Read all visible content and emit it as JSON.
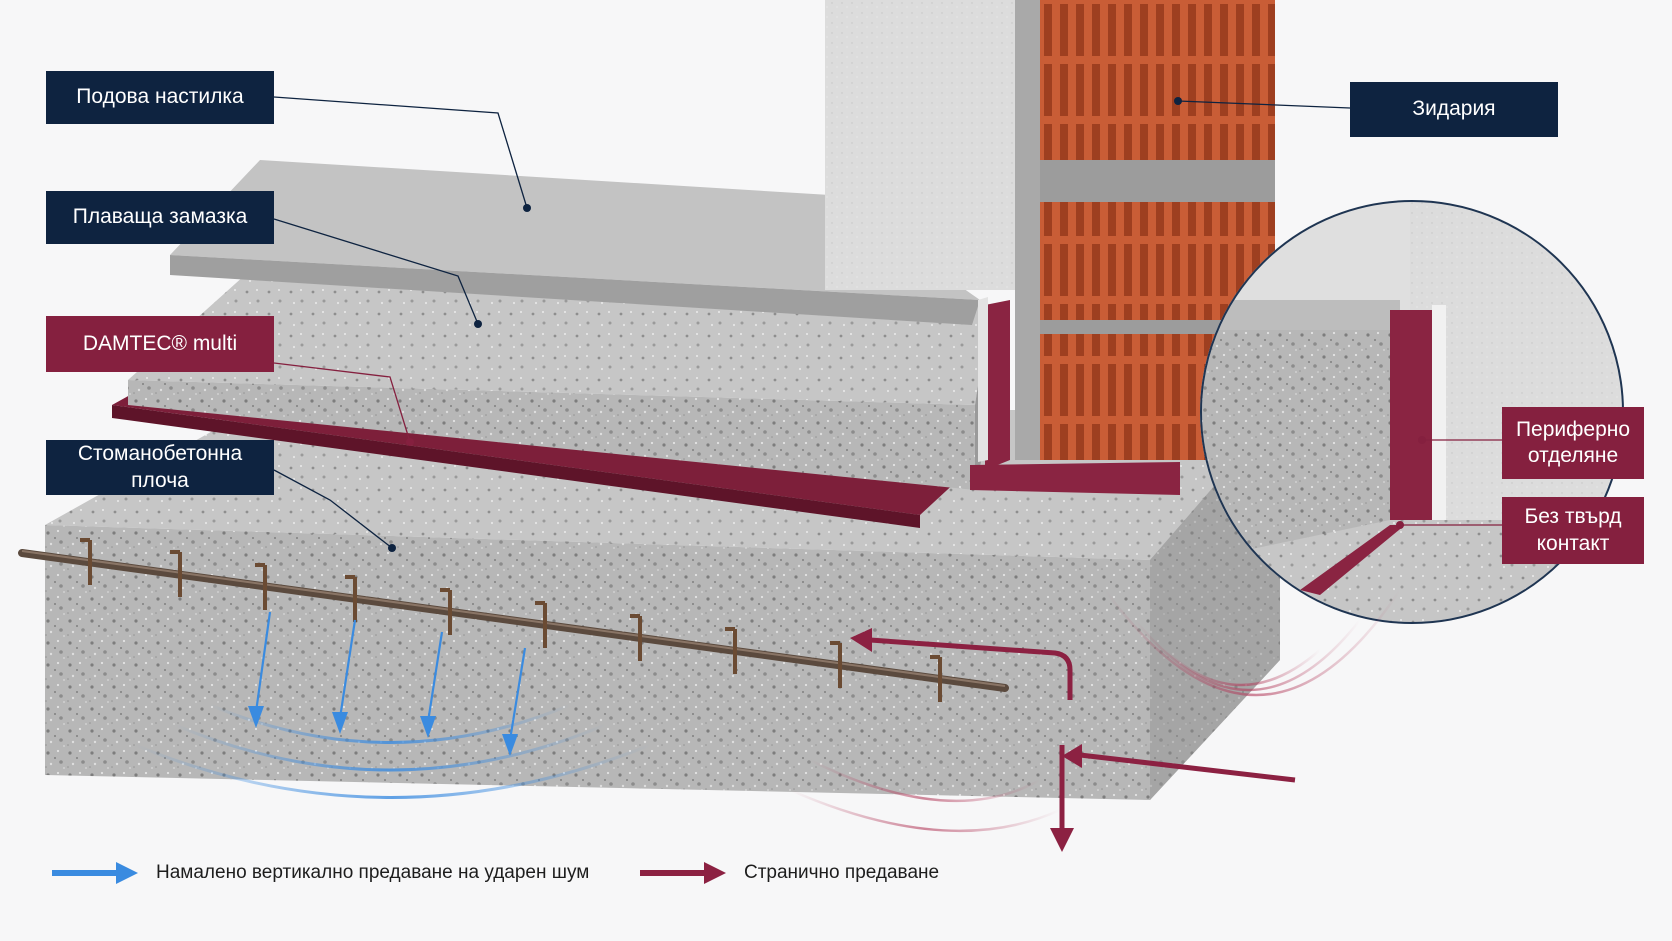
{
  "labels": {
    "floor_covering": "Подова настилка",
    "floating_screed": "Плаваща замазка",
    "damtec": "DAMTEC® multi",
    "rc_slab": "Стоманобетонна плоча",
    "masonry": "Зидария",
    "peripheral_separation": "Периферно отделяне",
    "no_rigid_contact": "Без твърд контакт"
  },
  "legend": {
    "vertical": "Намалено вертикално предаване на ударен шум",
    "flanking": "Странично предаване"
  },
  "colors": {
    "navy": "#0e2340",
    "maroon": "#85203f",
    "blue_arrow": "#3a8be0",
    "red_arrow": "#8c2142",
    "brick": "#c65a35",
    "concrete": "#b9b9b9"
  }
}
